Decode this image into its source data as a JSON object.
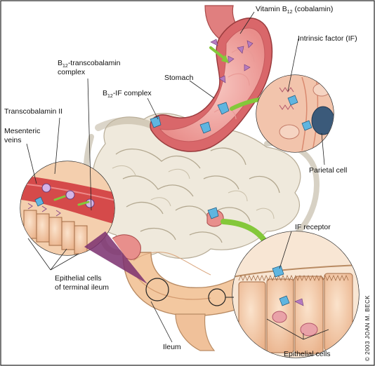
{
  "labels": {
    "vitamin_b12": {
      "pre": "Vitamin B",
      "sub": "12",
      "post": " (cobalamin)"
    },
    "intrinsic_factor": "Intrinsic factor (IF)",
    "b12_tc_complex": {
      "pre": "B",
      "sub": "12",
      "post": "-transcobalamin",
      "line2": "complex"
    },
    "stomach": "Stomach",
    "b12_if_complex": {
      "pre": "B",
      "sub": "12",
      "post": "-IF complex"
    },
    "transcobalamin_ii": "Transcobalamin II",
    "mesenteric_veins": {
      "line1": "Mesenteric",
      "line2": "veins"
    },
    "parietal_cell": "Parietal cell",
    "if_receptor": "IF receptor",
    "epithelial_terminal_ileum": {
      "line1": "Epithelial cells",
      "line2": "of terminal ileum"
    },
    "ileum": "Ileum",
    "epithelial_cells": "Epithelial cells",
    "copyright": "© 2003 JOAN M. BECK"
  },
  "colors": {
    "background": "#ffffff",
    "frame": "#222222",
    "intestine_fill": "#efe9dc",
    "intestine_shade": "#cfc6b3",
    "stomach_outer": "#d9676a",
    "stomach_inner": "#f6b7b3",
    "cell_fill": "#f4cfae",
    "arrow_green": "#84c83a",
    "complex_blue": "#5fb5e0",
    "vitamin_purple": "#9a6aa8"
  }
}
